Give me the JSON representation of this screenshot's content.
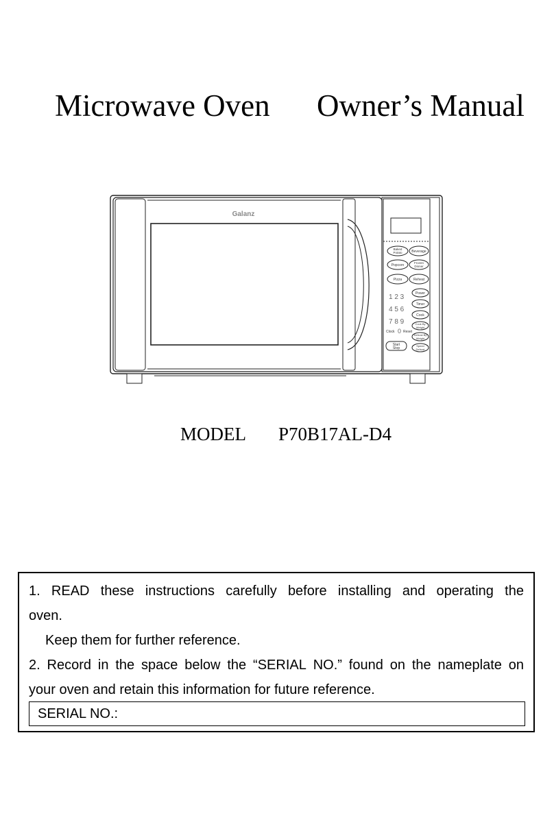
{
  "title": {
    "product": "Microwave Oven",
    "doc": "Owner’s Manual"
  },
  "oven": {
    "brand": "Galanz",
    "buttons": [
      [
        "Baked Potato",
        "Beverage"
      ],
      [
        "Popcorn",
        "Frozen Dinner"
      ],
      [
        "Pizza",
        "Reheat"
      ]
    ],
    "keypad": [
      {
        "digits": "1  2  3",
        "button": "Power"
      },
      {
        "digits": "4  5  6",
        "button": "Timer"
      },
      {
        "digits": "7  8  9",
        "button": "Cook"
      }
    ],
    "clock": "Clock",
    "zero": "0",
    "reset": "Reset",
    "cook_by_weight": [
      "Cook By",
      "Weight"
    ],
    "defrost_by_weight": [
      "Defrost By",
      "Weight"
    ],
    "start_stop": [
      "Start",
      "Stop"
    ],
    "speed_defrost": [
      "Speed",
      "Defrost"
    ]
  },
  "model": {
    "label": "MODEL",
    "number": "P70B17AL-D4"
  },
  "notice": {
    "item1_words": [
      "1.",
      "READ",
      "these",
      "instructions",
      "carefully",
      "before",
      "installing",
      "and",
      "operating",
      "the"
    ],
    "item1_cont": "oven.",
    "item1_keep": "Keep them for further reference.",
    "item2_words": [
      "2.",
      "Record",
      "in",
      "the",
      "space",
      "below",
      "the",
      "“SERIAL",
      "NO.”",
      "found",
      "on",
      "the",
      "nameplate",
      "on"
    ],
    "item2_cont": "your oven and retain this information for future reference.",
    "serial_label": "SERIAL NO.:"
  }
}
